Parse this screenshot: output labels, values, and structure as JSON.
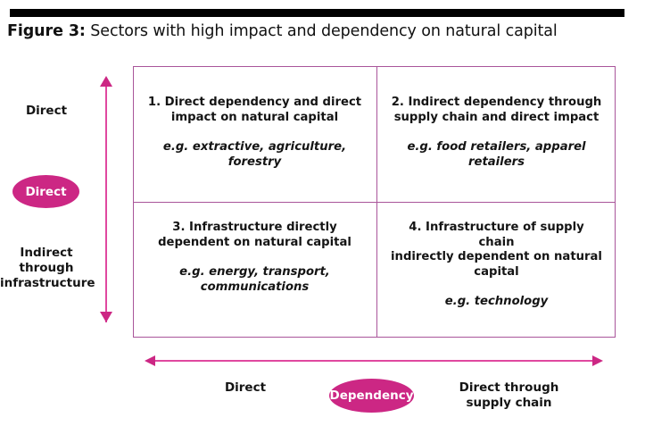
{
  "figure": {
    "label": "Figure 3:",
    "title": " Sectors with high impact and dependency on natural capital"
  },
  "colors": {
    "accent_magenta": "#cc2784",
    "axis_line": "#e0489f",
    "grid_border": "#a9559a",
    "rule_black": "#000000",
    "text": "#141414"
  },
  "vertical_axis": {
    "name": "Direct",
    "badge_label": "Direct",
    "top_label": "Direct",
    "bottom_label": "Indirect\nthrough\ninfrastructure",
    "arrow": "double-headed-vertical"
  },
  "horizontal_axis": {
    "name": "Dependency",
    "badge_label": "Dependency",
    "left_label": "Direct",
    "right_label": "Direct through\nsupply chain",
    "arrow": "double-headed-horizontal"
  },
  "quadrants": [
    {
      "id": 1,
      "title": "1. Direct dependency and direct\nimpact on natural capital",
      "example": "e.g. extractive, agriculture, forestry"
    },
    {
      "id": 2,
      "title": "2. Indirect dependency through\nsupply chain and direct impact",
      "example": "e.g. food retailers, apparel retailers"
    },
    {
      "id": 3,
      "title": "3. Infrastructure directly\ndependent on natural capital",
      "example": "e.g. energy, transport,\ncommunications"
    },
    {
      "id": 4,
      "title": "4. Infrastructure of supply chain\nindirectly dependent on natural capital",
      "example": "e.g. technology"
    }
  ],
  "chart_data": {
    "type": "table",
    "title": "Sectors with high impact and dependency on natural capital",
    "xlabel": "Dependency",
    "ylabel": "Direct",
    "x_axis_categories": [
      "Direct",
      "Direct through supply chain"
    ],
    "y_axis_categories": [
      "Direct",
      "Indirect through infrastructure"
    ],
    "grid": true,
    "legend": "none",
    "cells": [
      {
        "row": "Direct",
        "column": "Direct",
        "number": 1,
        "label": "Direct dependency and direct impact on natural capital",
        "examples": [
          "extractive",
          "agriculture",
          "forestry"
        ]
      },
      {
        "row": "Direct",
        "column": "Direct through supply chain",
        "number": 2,
        "label": "Indirect dependency through supply chain and direct impact",
        "examples": [
          "food retailers",
          "apparel retailers"
        ]
      },
      {
        "row": "Indirect through infrastructure",
        "column": "Direct",
        "number": 3,
        "label": "Infrastructure directly dependent on natural capital",
        "examples": [
          "energy",
          "transport",
          "communications"
        ]
      },
      {
        "row": "Indirect through infrastructure",
        "column": "Direct through supply chain",
        "number": 4,
        "label": "Infrastructure of supply chain indirectly dependent on natural capital",
        "examples": [
          "technology"
        ]
      }
    ]
  }
}
